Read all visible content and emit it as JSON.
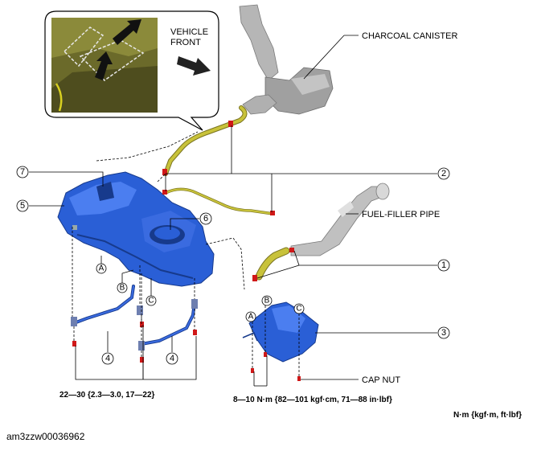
{
  "labels": {
    "vehicle_front": [
      "VEHICLE",
      "FRONT"
    ],
    "charcoal_canister": "CHARCOAL CANISTER",
    "fuel_filler_pipe": "FUEL-FILLER PIPE",
    "cap_nut": "CAP NUT"
  },
  "callouts": {
    "n1": "1",
    "n2": "2",
    "n3": "3",
    "n4a": "4",
    "n4b": "4",
    "n5": "5",
    "n6": "6",
    "n7": "7"
  },
  "letters": {
    "a1": "A",
    "b1": "B",
    "c1": "C",
    "a2": "A",
    "b2": "B",
    "c2": "C"
  },
  "torque": {
    "left": "22—30 {2.3—3.0, 17—22}",
    "right": "8—10 N·m {82—101 kgf·cm, 71—88 in·lbf}",
    "units": "N·m {kgf·m, ft·lbf}"
  },
  "figure_id": "am3zzw00036962",
  "colors": {
    "tank_blue": "#2a5fd6",
    "tank_dark": "#173a8c",
    "hose_yellow": "#c8c23a",
    "part_gray": "#a8a8a8",
    "fastener_red": "#d01818",
    "inset_olive": "#6b6a2a"
  }
}
